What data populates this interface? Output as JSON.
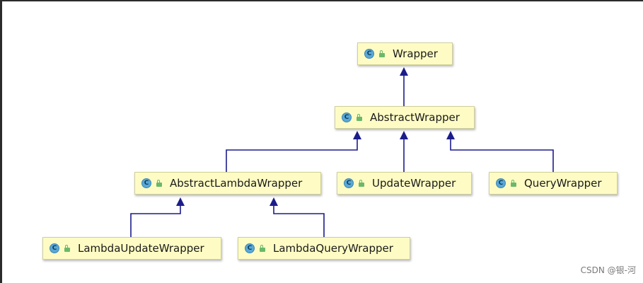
{
  "diagram": {
    "class_icon_letter": "C",
    "nodes": {
      "wrapper": {
        "label": "Wrapper"
      },
      "abstract_wrapper": {
        "label": "AbstractWrapper"
      },
      "abstract_lambda_wrapper": {
        "label": "AbstractLambdaWrapper"
      },
      "update_wrapper": {
        "label": "UpdateWrapper"
      },
      "query_wrapper": {
        "label": "QueryWrapper"
      },
      "lambda_update_wrapper": {
        "label": "LambdaUpdateWrapper"
      },
      "lambda_query_wrapper": {
        "label": "LambdaQueryWrapper"
      }
    },
    "edges": [
      {
        "from": "abstract_wrapper",
        "to": "wrapper",
        "type": "extends"
      },
      {
        "from": "abstract_lambda_wrapper",
        "to": "abstract_wrapper",
        "type": "extends"
      },
      {
        "from": "update_wrapper",
        "to": "abstract_wrapper",
        "type": "extends"
      },
      {
        "from": "query_wrapper",
        "to": "abstract_wrapper",
        "type": "extends"
      },
      {
        "from": "lambda_update_wrapper",
        "to": "abstract_lambda_wrapper",
        "type": "extends"
      },
      {
        "from": "lambda_query_wrapper",
        "to": "abstract_lambda_wrapper",
        "type": "extends"
      }
    ],
    "colors": {
      "node_fill": "#fefcc4",
      "edge": "#1c1c8c",
      "class_icon": "#5aa8d6",
      "public_icon": "#6bb86b"
    },
    "icons": {
      "class": "class-icon",
      "visibility": "public-lock-icon"
    }
  },
  "watermark": "CSDN @银-河"
}
